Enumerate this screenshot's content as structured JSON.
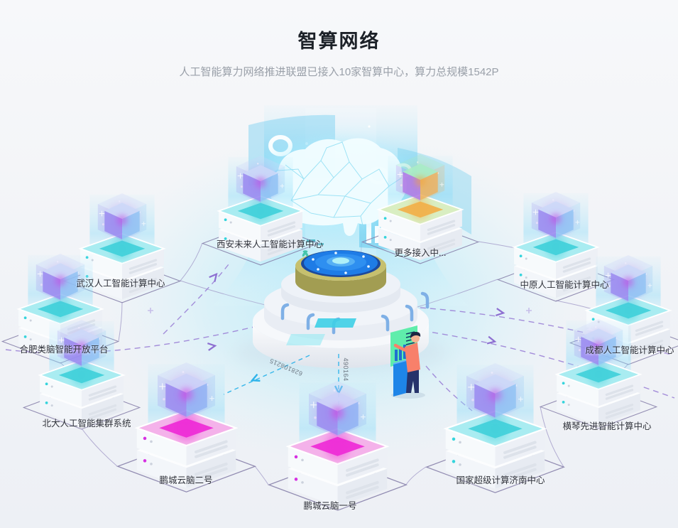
{
  "header": {
    "title": "智算网络",
    "subtitle": "人工智能算力网络推进联盟已接入10家智算中心，算力总规模1542P"
  },
  "nodes": [
    {
      "label": "西安未来人工智能计算中心"
    },
    {
      "label": "更多接入中..."
    },
    {
      "label": "武汉人工智能计算中心"
    },
    {
      "label": "中原人工智能计算中心"
    },
    {
      "label": "合肥类脑智能开放平台"
    },
    {
      "label": "成都人工智能计算中心"
    },
    {
      "label": "北大人工智能集群系统"
    },
    {
      "label": "横琴先进智能计算中心"
    },
    {
      "label": "鹏城云脑二号"
    },
    {
      "label": "国家超级计算济南中心"
    },
    {
      "label": "鹏城云脑一号"
    }
  ],
  "link_labels": {
    "diagonal": "628108215",
    "vertical": "490164"
  },
  "colors": {
    "accent_cyan": "#35c6e8",
    "accent_purple": "#8d6fd1",
    "node_cyan_top": "#41d0da",
    "node_magenta_top": "#ee2ad6",
    "platform_blue": "#1e7ce6",
    "platform_olive": "#a29d52",
    "screen_green": "#5aeca8"
  }
}
